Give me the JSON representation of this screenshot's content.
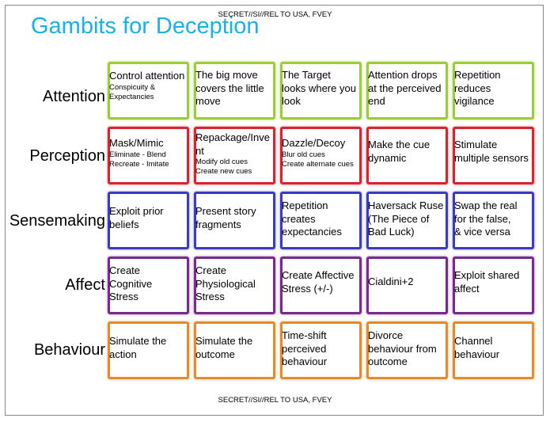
{
  "classification_top": "SECRET//SI//REL TO USA, FVEY",
  "classification_bottom": "SECRET//SI//REL TO USA, FVEY",
  "title": "Gambits for Deception",
  "colors": {
    "title": "#1bb1e6",
    "attention": "#9ecb3a",
    "perception": "#d9232d",
    "sensemaking": "#3b3bc7",
    "affect": "#7a2a8f",
    "behaviour": "#e88a2c"
  },
  "rows": [
    {
      "label": "Attention",
      "cells": [
        {
          "lines": [
            "Control attention"
          ],
          "sub": [
            "Conspicuity &",
            "Expectancies"
          ]
        },
        {
          "lines": [
            "The big move",
            "covers the little",
            "move"
          ],
          "sub": []
        },
        {
          "lines": [
            "The Target",
            "looks where you",
            "look"
          ],
          "sub": []
        },
        {
          "lines": [
            "Attention drops",
            "at the perceived",
            "end"
          ],
          "sub": []
        },
        {
          "lines": [
            "Repetition",
            "reduces",
            "vigilance"
          ],
          "sub": []
        }
      ]
    },
    {
      "label": "Perception",
      "cells": [
        {
          "lines": [
            "Mask/Mimic"
          ],
          "sub": [
            "Eliminate - Blend",
            "Recreate - Imitate"
          ]
        },
        {
          "lines": [
            "Repackage/Inve",
            "nt"
          ],
          "sub": [
            "Modify old cues",
            "Create new cues"
          ]
        },
        {
          "lines": [
            "Dazzle/Decoy"
          ],
          "sub": [
            "Blur old cues",
            "Create alternate cues"
          ]
        },
        {
          "lines": [
            "Make the cue",
            "dynamic"
          ],
          "sub": []
        },
        {
          "lines": [
            "Stimulate",
            "multiple sensors"
          ],
          "sub": []
        }
      ]
    },
    {
      "label": "Sensemaking",
      "cells": [
        {
          "lines": [
            "Exploit prior",
            "beliefs"
          ],
          "sub": []
        },
        {
          "lines": [
            "Present story",
            "fragments"
          ],
          "sub": []
        },
        {
          "lines": [
            "Repetition",
            "creates",
            "expectancies"
          ],
          "sub": []
        },
        {
          "lines": [
            "Haversack Ruse",
            "(The Piece of",
            "Bad Luck)"
          ],
          "sub": []
        },
        {
          "lines": [
            "Swap the real",
            "for the false,",
            "& vice versa"
          ],
          "sub": []
        }
      ]
    },
    {
      "label": "Affect",
      "cells": [
        {
          "lines": [
            "Create",
            "Cognitive",
            "Stress"
          ],
          "sub": []
        },
        {
          "lines": [
            "Create",
            "Physiological",
            "Stress"
          ],
          "sub": []
        },
        {
          "lines": [
            "Create Affective",
            "Stress (+/-)"
          ],
          "sub": []
        },
        {
          "lines": [
            "Cialdini+2"
          ],
          "sub": []
        },
        {
          "lines": [
            "Exploit shared",
            "affect"
          ],
          "sub": []
        }
      ]
    },
    {
      "label": "Behaviour",
      "cells": [
        {
          "lines": [
            "Simulate the",
            "action"
          ],
          "sub": []
        },
        {
          "lines": [
            "Simulate the",
            "outcome"
          ],
          "sub": []
        },
        {
          "lines": [
            "Time-shift",
            "perceived",
            "behaviour"
          ],
          "sub": []
        },
        {
          "lines": [
            "Divorce",
            "behaviour from",
            "outcome"
          ],
          "sub": []
        },
        {
          "lines": [
            "Channel",
            "behaviour"
          ],
          "sub": []
        }
      ]
    }
  ]
}
